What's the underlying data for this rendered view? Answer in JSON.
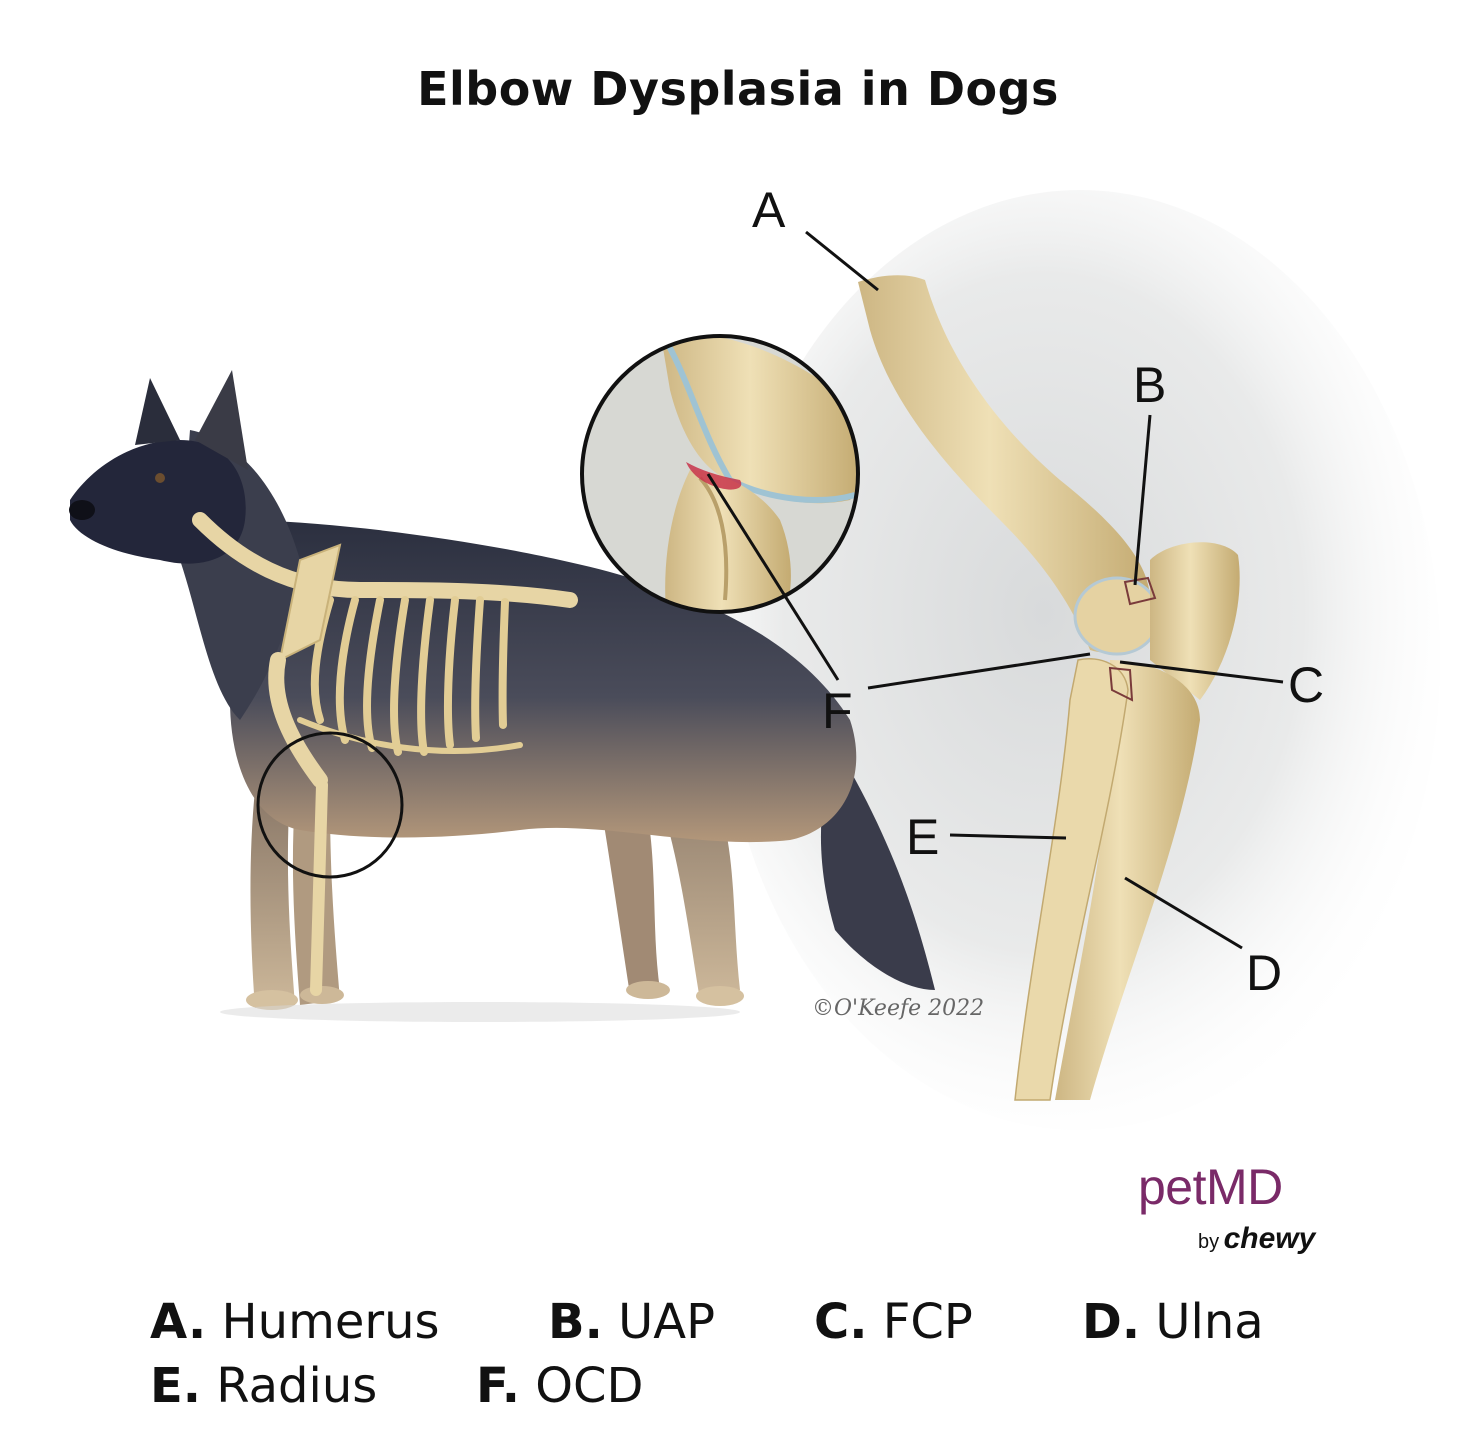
{
  "title": "Elbow Dysplasia in Dogs",
  "callouts": {
    "a": "A",
    "b": "B",
    "c": "C",
    "d": "D",
    "e": "E",
    "f": "F"
  },
  "legend": [
    {
      "letter": "A.",
      "name": "Humerus"
    },
    {
      "letter": "B.",
      "name": "UAP"
    },
    {
      "letter": "C.",
      "name": "FCP"
    },
    {
      "letter": "D.",
      "name": "Ulna"
    },
    {
      "letter": "E.",
      "name": "Radius"
    },
    {
      "letter": "F.",
      "name": "OCD"
    }
  ],
  "brand": {
    "name": "petMD",
    "by": "by",
    "company": "chewy"
  },
  "signature": "©O'Keefe 2022",
  "colors": {
    "bone": "#e7d5a5",
    "bone_shadow": "#c9b27a",
    "fur_dark": "#2b2f3f",
    "fur_tan": "#b3977a",
    "brand": "#7a2a68",
    "defect": "#c8344a"
  }
}
